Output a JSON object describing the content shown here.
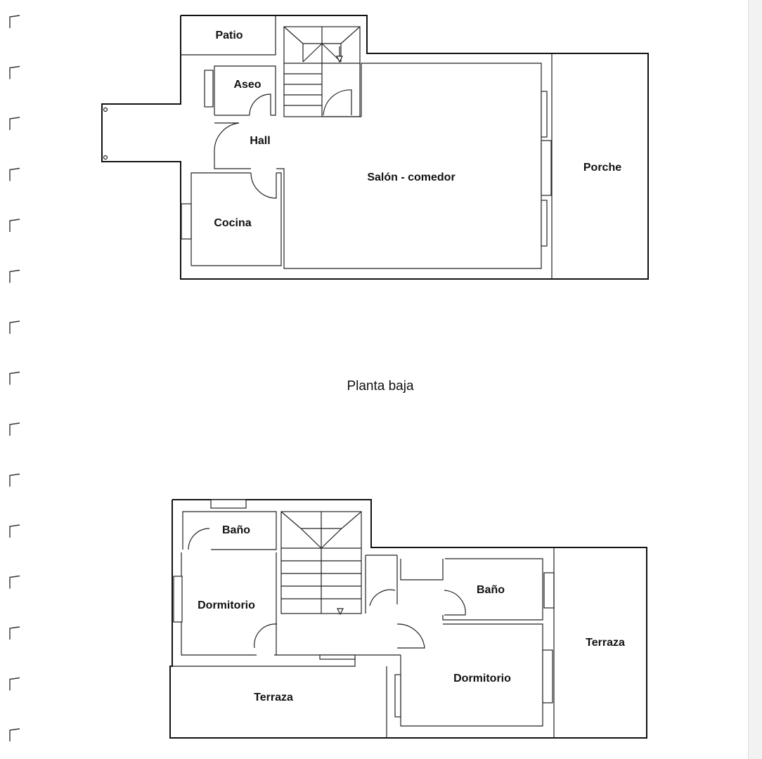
{
  "planta_baja": {
    "caption": "Planta baja",
    "rooms": {
      "patio": "Patio",
      "aseo": "Aseo",
      "hall": "Hall",
      "salon": "Salón - comedor",
      "porche": "Porche",
      "cocina": "Cocina"
    }
  },
  "planta_alta": {
    "rooms": {
      "bano_left": "Baño",
      "dormitorio_left": "Dormitorio",
      "bano_right": "Baño",
      "terraza_right": "Terraza",
      "dormitorio_right": "Dormitorio",
      "terraza_bottom": "Terraza"
    }
  },
  "icons": [
    "binder-ring-icon",
    "stair-arrow-icon"
  ]
}
